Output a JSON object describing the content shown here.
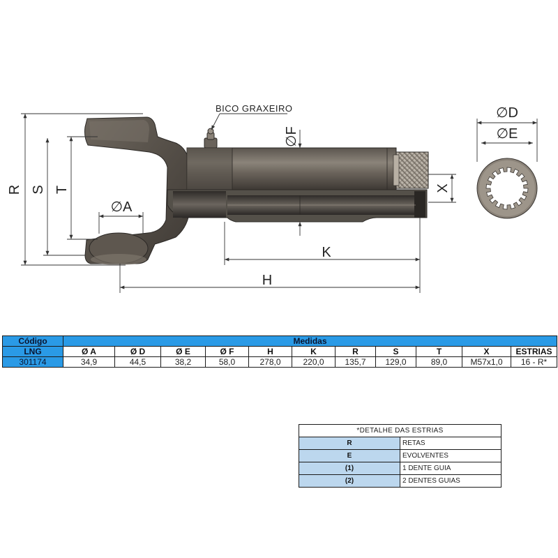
{
  "drawing": {
    "callout": "BICO GRAXEIRO",
    "dimension_labels": {
      "R": "R",
      "S": "S",
      "T": "T",
      "A": "∅A",
      "F": "∅F",
      "K": "K",
      "H": "H",
      "X": "X",
      "D": "∅D",
      "E": "∅E"
    }
  },
  "spec_table": {
    "code_header": "Código",
    "measures_header": "Medidas",
    "brand": "LNG",
    "columns": [
      "Ø A",
      "Ø D",
      "Ø E",
      "Ø F",
      "H",
      "K",
      "R",
      "S",
      "T",
      "X",
      "ESTRIAS"
    ],
    "code": "301174",
    "values": [
      "34,9",
      "44,5",
      "38,2",
      "58,0",
      "278,0",
      "220,0",
      "135,7",
      "129,0",
      "89,0",
      "M57x1,0",
      "16 - R*"
    ]
  },
  "legend": {
    "title": "*DETALHE DAS ESTRIAS",
    "rows": [
      {
        "key": "R",
        "desc": "RETAS"
      },
      {
        "key": "E",
        "desc": "EVOLVENTES"
      },
      {
        "key": "(1)",
        "desc": "1 DENTE GUIA"
      },
      {
        "key": "(2)",
        "desc": "2 DENTES GUIAS"
      }
    ]
  },
  "colors": {
    "header_blue": "#2a9ae6",
    "legend_blue": "#bcd7ee",
    "metal_dark": "#4a4540",
    "metal_mid": "#6e675f",
    "metal_light": "#8f877c"
  }
}
